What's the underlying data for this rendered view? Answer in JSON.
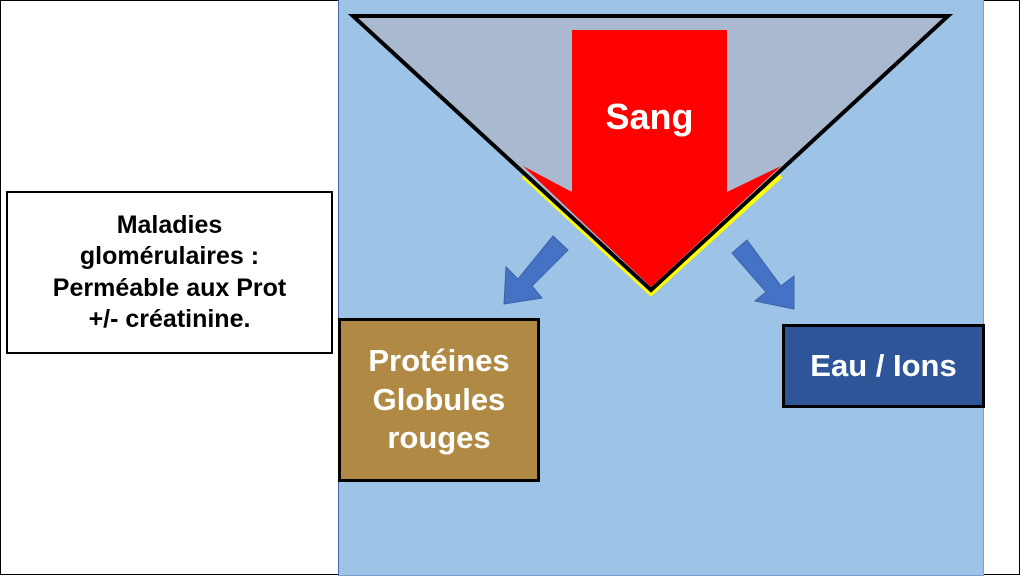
{
  "diagram": {
    "description_box": {
      "lines": [
        "Maladies",
        "glomérulaires :",
        "Perméable aux Prot",
        "+/- créatinine."
      ]
    },
    "filter": {
      "label": "Sang"
    },
    "outputs": {
      "left": {
        "lines": [
          "Protéines",
          "Globules",
          "rouges"
        ]
      },
      "right": {
        "label": "Eau / Ions"
      }
    },
    "colors": {
      "panel_background": "#9dc3e6",
      "filter_triangle": "#a9bad0",
      "blood_arrow": "#ff0000",
      "membrane_outline": "#ffff00",
      "flow_arrows": "#4472c4",
      "proteins_box": "#b08a45",
      "water_ions_box": "#2e5597"
    }
  }
}
